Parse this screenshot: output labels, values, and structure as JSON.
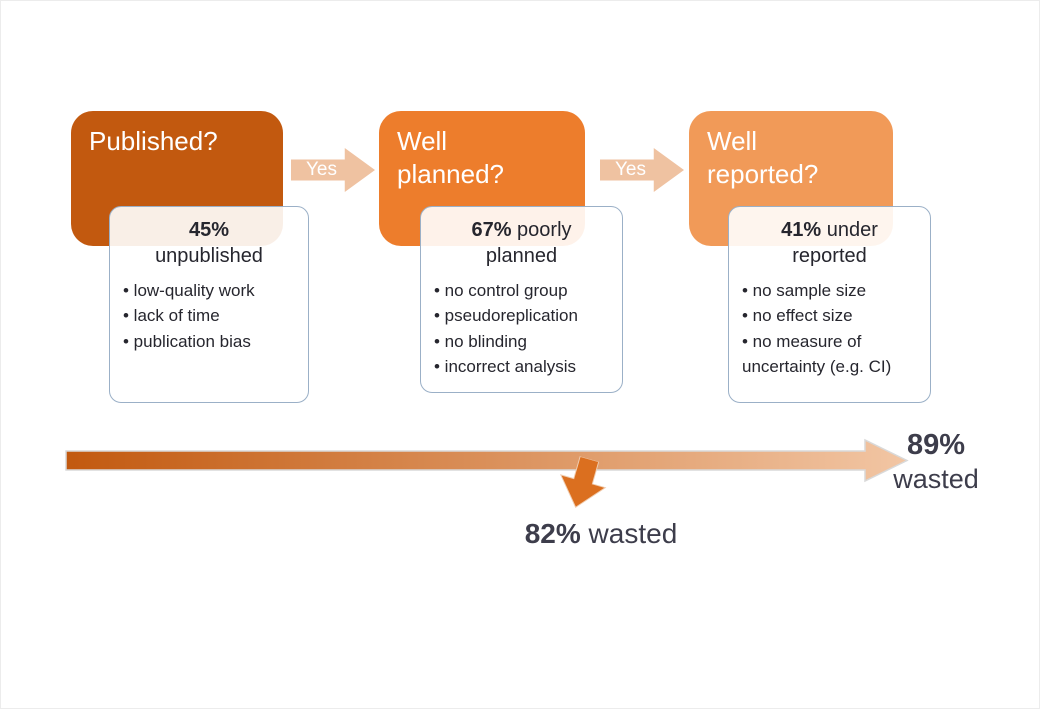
{
  "colors": {
    "stage1": "#c2590f",
    "stage2": "#ed7d2c",
    "stage3": "#f19a58",
    "yes_arrow": "#efc2a1",
    "callout_border": "#9bb0c7",
    "arrow_start": "#c2590f",
    "arrow_end": "#f2c6a4",
    "down_arrow": "#db6f1f",
    "text_dark": "#3d3d4b"
  },
  "stages": [
    {
      "question": "Published?",
      "callout": {
        "stat": "45%",
        "rest": "",
        "line2": "unpublished",
        "bullets": [
          "low-quality work",
          "lack of time",
          "publication bias"
        ]
      }
    },
    {
      "question": "Well\nplanned?",
      "callout": {
        "stat": "67%",
        "rest": " poorly",
        "line2": "planned",
        "bullets": [
          "no control group",
          "pseudoreplication",
          "no blinding",
          "incorrect analysis"
        ]
      }
    },
    {
      "question": "Well\nreported?",
      "callout": {
        "stat": "41%",
        "rest": " under",
        "line2": "reported",
        "bullets": [
          "no sample size",
          "no effect size",
          "no measure of uncertainty (e.g. CI)"
        ]
      }
    }
  ],
  "connectors": {
    "yes1": "Yes",
    "yes2": "Yes"
  },
  "waste": {
    "mid": {
      "stat": "82%",
      "word": " wasted"
    },
    "end": {
      "stat": "89%",
      "word": "wasted"
    }
  }
}
